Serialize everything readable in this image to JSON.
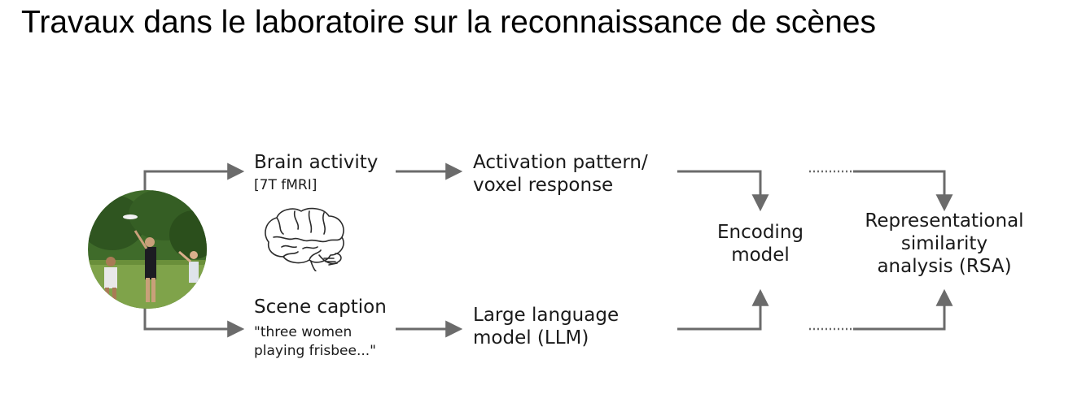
{
  "slide": {
    "title": "Travaux dans le laboratoire sur la reconnaissance de scènes"
  },
  "diagram": {
    "brain_activity": {
      "title": "Brain activity",
      "subtitle": "[7T fMRI]"
    },
    "activation": {
      "line1": "Activation pattern/",
      "line2": "voxel response"
    },
    "scene_caption": {
      "title": "Scene caption",
      "line1": "\"three women",
      "line2": "playing frisbee...\""
    },
    "llm": {
      "line1": "Large language",
      "line2": "model (LLM)"
    },
    "encoding": {
      "line1": "Encoding",
      "line2": "model"
    },
    "rsa": {
      "line1": "Representational",
      "line2": "similarity",
      "line3": "analysis (RSA)"
    }
  },
  "icons": {
    "photo": "scene-photo-icon",
    "brain": "brain-icon"
  },
  "colors": {
    "arrow": "#6b6b6b",
    "text": "#1a1a1a",
    "title": "#000000"
  }
}
